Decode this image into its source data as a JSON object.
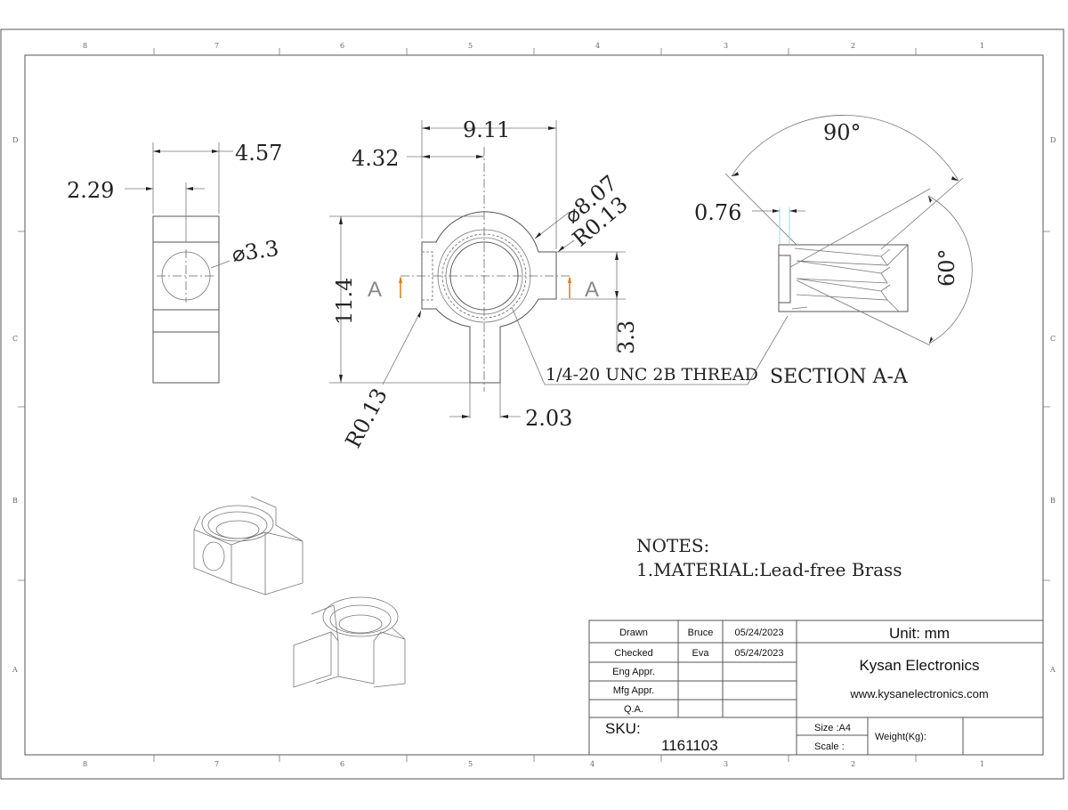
{
  "border": {
    "columns": [
      "8",
      "7",
      "6",
      "5",
      "4",
      "3",
      "2",
      "1"
    ],
    "rows": [
      "D",
      "C",
      "B",
      "A"
    ]
  },
  "side_view": {
    "dim_width": "4.57",
    "dim_offset": "2.29",
    "dim_hole": "⌀3.3"
  },
  "front_view": {
    "dim_total_width": "9.11",
    "dim_center_offset": "4.32",
    "dim_diameter": "⌀8.07",
    "dim_radius_right": "R0.13",
    "dim_height": "11.4",
    "dim_tab_height": "3.3",
    "dim_radius_left": "R0.13",
    "dim_tab_width": "2.03",
    "section_marker": "A",
    "thread_callout": "1/4-20 UNC 2B THREAD"
  },
  "section_view": {
    "angle_top": "90°",
    "angle_side": "60°",
    "dim_chamfer": "0.76",
    "title": "SECTION  A-A"
  },
  "notes": {
    "heading": "NOTES:",
    "items": [
      "1.MATERIAL:Lead-free Brass"
    ]
  },
  "title_block": {
    "rows": [
      {
        "role": "Drawn",
        "name": "Bruce",
        "date": "05/24/2023"
      },
      {
        "role": "Checked",
        "name": "Eva",
        "date": "05/24/2023"
      },
      {
        "role": "Eng Appr.",
        "name": "",
        "date": ""
      },
      {
        "role": "Mfg Appr.",
        "name": "",
        "date": ""
      },
      {
        "role": "Q.A.",
        "name": "",
        "date": ""
      }
    ],
    "unit": "Unit: mm",
    "company": "Kysan Electronics",
    "website": "www.kysanelectronics.com",
    "sku_label": "SKU:",
    "sku": "1161103",
    "size": "Size :A4",
    "scale": "Scale :",
    "weight": "Weight(Kg):"
  },
  "colors": {
    "line": "#555555",
    "section_arrow": "#e07a10",
    "chamfer_ext": "#7fd3d8"
  }
}
